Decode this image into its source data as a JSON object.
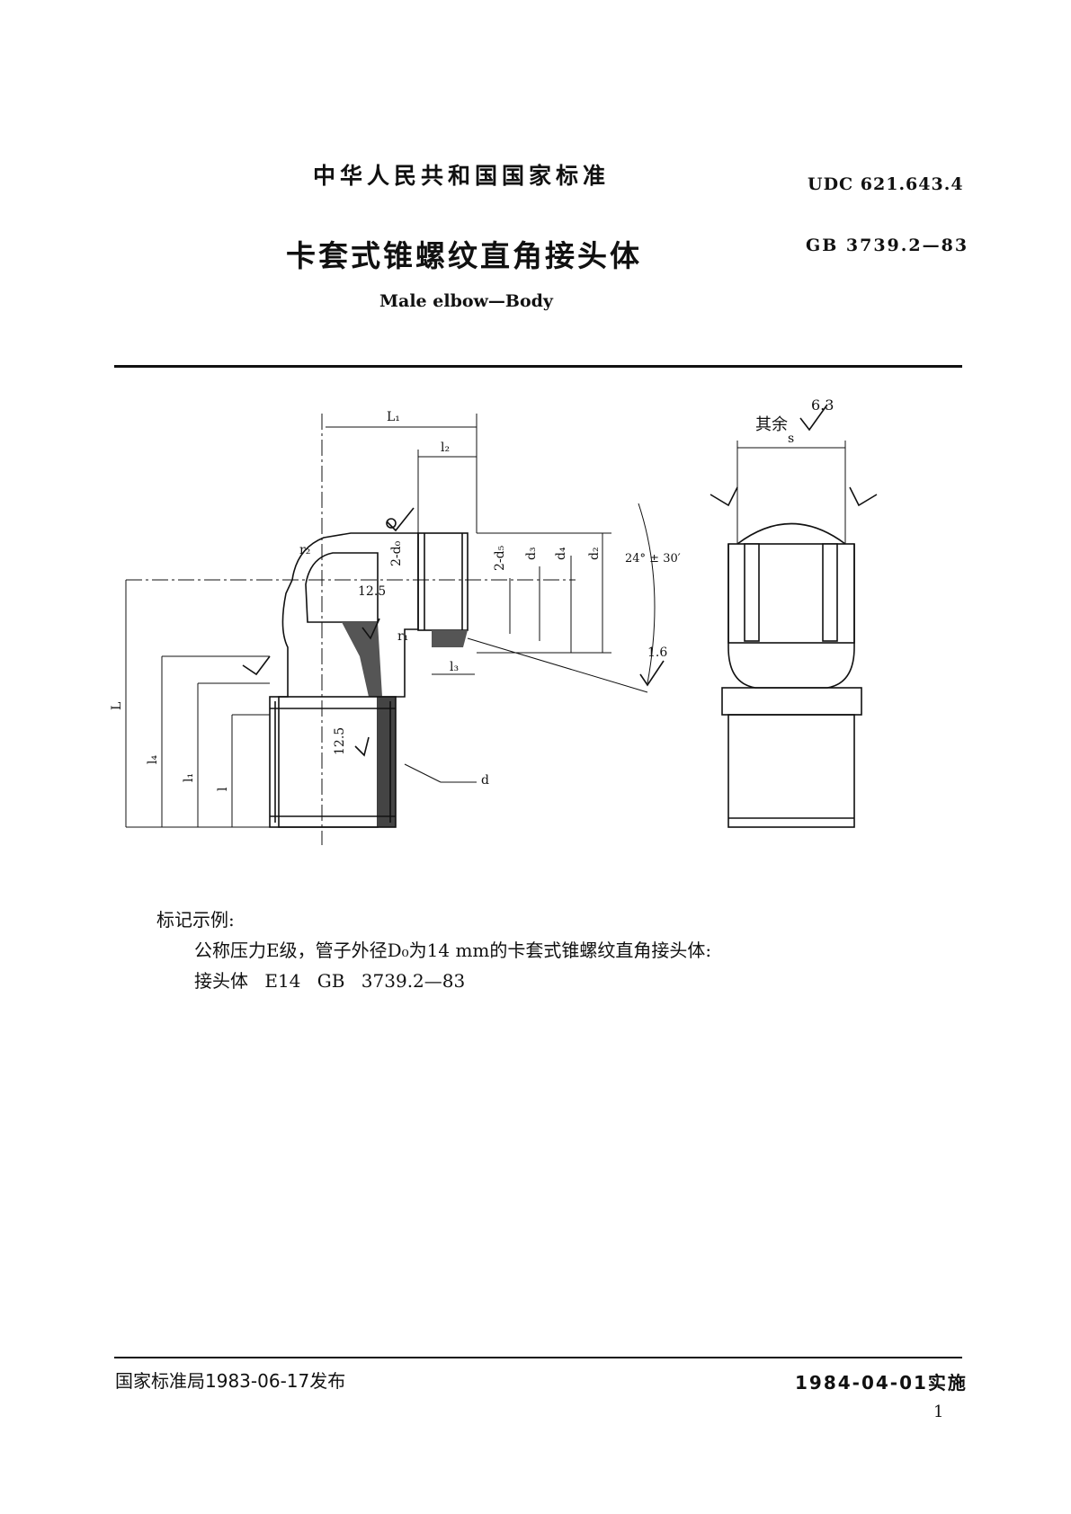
{
  "header": {
    "country_standard": "中华人民共和国国家标准",
    "udc": "UDC  621.643.4",
    "title_cn": "卡套式锥螺纹直角接头体",
    "gb_code": "GB  3739.2—83",
    "title_en": "Male elbow—Body"
  },
  "drawing": {
    "surface_rest_label": "其余",
    "surface_rest_value": "6.3",
    "labels": {
      "L1": "L₁",
      "l2": "l₂",
      "l3": "l₃",
      "r2": "r₂",
      "r1": "r₁",
      "d0": "2-d₀",
      "d5": "2-d₅",
      "d3": "d₃",
      "d4": "d₄",
      "d2": "d₂",
      "angle": "24° ± 30′",
      "rough_16": "1.6",
      "rough_125a": "12.5",
      "rough_125b": "12.5",
      "L": "L",
      "l4": "l₄",
      "l1": "l₁",
      "l": "l",
      "d": "d",
      "s": "s"
    }
  },
  "marking": {
    "label": "标记示例:",
    "line1": "公称压力E级，管子外径D₀为14 mm的卡套式锥螺纹直角接头体:",
    "line2": "接头体  E14  GB  3739.2—83"
  },
  "footer": {
    "issued": "国家标准局1983-06-17发布",
    "effective": "1984-04-01实施",
    "page": "1"
  }
}
